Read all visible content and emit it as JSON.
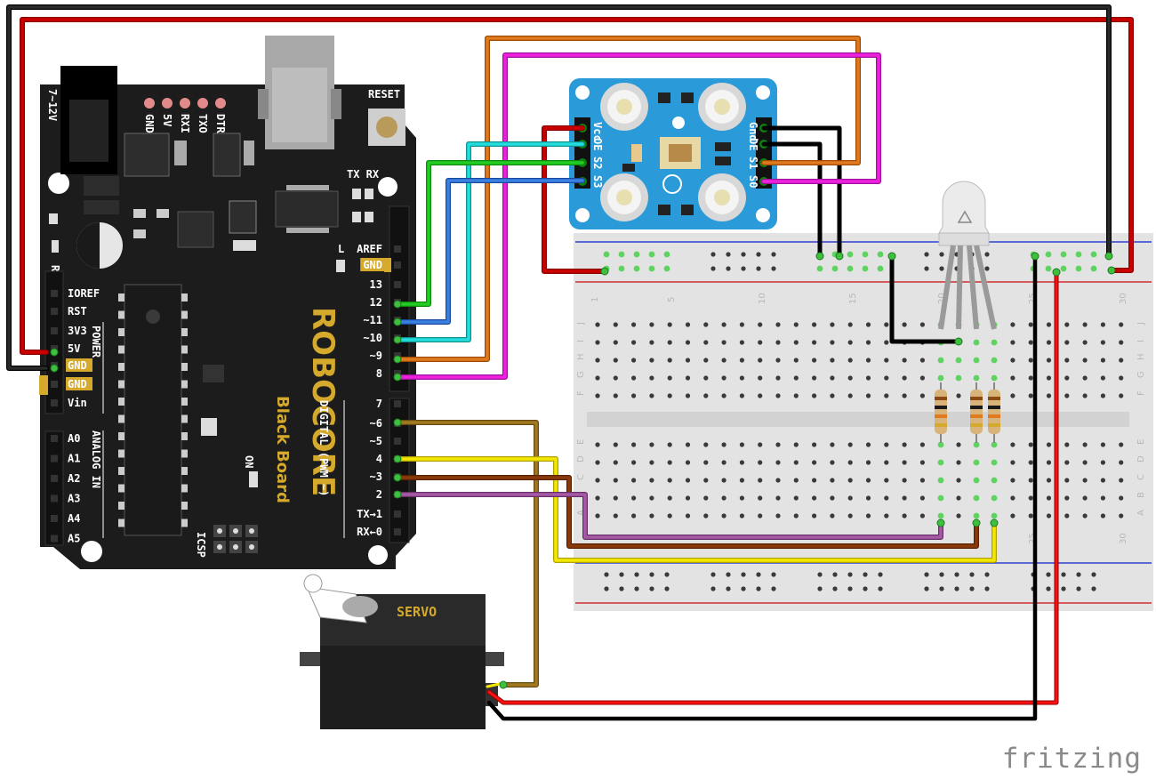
{
  "brand": {
    "text": "fritzing"
  },
  "arduino": {
    "name": "ROBOCORE",
    "sub": "Black Board",
    "power_jack": "7~12V",
    "reset": "RESET",
    "led_labels": [
      "GND",
      "5V",
      "RXI",
      "TXO",
      "DTR"
    ],
    "txrx": "TX RX",
    "l_label": "L",
    "on_label": "ON",
    "icsp": "ICSP",
    "r_label": "R",
    "digital_title": "DIGITAL (PWM ~)",
    "power_title": "POWER",
    "analog_title": "ANALOG IN",
    "power_pins": [
      "IOREF",
      "RST",
      "3V3",
      "5V",
      "GND",
      "GND",
      "Vin"
    ],
    "analog_pins": [
      "A0",
      "A1",
      "A2",
      "A3",
      "A4",
      "A5"
    ],
    "digital_top": [
      "AREF",
      "GND",
      "13",
      "12",
      "~11",
      "~10",
      "~9",
      "8"
    ],
    "digital_bottom": [
      "7",
      "~6",
      "~5",
      "4",
      "~3",
      "2",
      "TX→1",
      "RX←0"
    ]
  },
  "sensor": {
    "left_pins": [
      "Vcc",
      "OE",
      "S2",
      "S3"
    ],
    "right_pins": [
      "Gnd",
      "OE",
      "S1",
      "S0"
    ]
  },
  "servo": {
    "label": "SERVO"
  },
  "breadboard": {
    "col_numbers": [
      "1",
      "5",
      "10",
      "15",
      "20",
      "25",
      "30"
    ],
    "row_letters_top": [
      "J",
      "I",
      "H",
      "G",
      "F"
    ],
    "row_letters_bottom": [
      "E",
      "D",
      "C",
      "B",
      "A"
    ]
  },
  "colors": {
    "board": "#1c1c1c",
    "board_text": "#ffffff",
    "gold": "#d4a92c",
    "sensor_blue": "#2a9ad9",
    "breadboard": "#e2e2e2",
    "wire_red": "#cc0000",
    "wire_black": "#1a1a1a",
    "wire_orange": "#e07a1f",
    "wire_magenta": "#ee22dd",
    "wire_cyan": "#22cccc",
    "wire_green": "#22bb22",
    "wire_blue": "#2a70d0",
    "wire_yellow": "#f5e400",
    "wire_brown": "#8a3a0a",
    "wire_purple": "#9b4f9b",
    "wire_olive": "#9a6a1a"
  }
}
